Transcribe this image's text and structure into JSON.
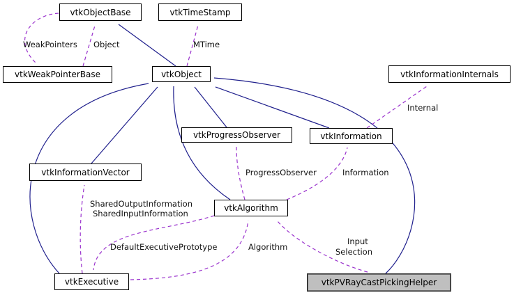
{
  "nodes": [
    {
      "label": "vtkObjectBase"
    },
    {
      "label": "vtkTimeStamp"
    },
    {
      "label": "vtkWeakPointerBase"
    },
    {
      "label": "vtkObject"
    },
    {
      "label": "vtkInformationInternals"
    },
    {
      "label": "vtkProgressObserver"
    },
    {
      "label": "vtkInformation"
    },
    {
      "label": "vtkInformationVector"
    },
    {
      "label": "vtkAlgorithm"
    },
    {
      "label": "vtkExecutive"
    },
    {
      "label": "vtkPVRayCastPickingHelper"
    }
  ],
  "edge_labels": {
    "weak_pointers": "WeakPointers",
    "object": "Object",
    "mtime": "MTime",
    "internal": "Internal",
    "progress_observer": "ProgressObserver",
    "information": "Information",
    "shared_output_information": "SharedOutputInformation",
    "shared_input_information": "SharedInputInformation",
    "default_executive_prototype": "DefaultExecutivePrototype",
    "algorithm": "Algorithm",
    "input": "Input",
    "selection": "Selection"
  },
  "colors": {
    "inheritance_arrow": "#20208d",
    "usage_arrow": "#9a32cd",
    "node_background": "#ffffff",
    "focus_node_background": "#bfbfbf",
    "node_border": "#000000",
    "label_text": "#111111",
    "canvas_background": "#ffffff"
  }
}
